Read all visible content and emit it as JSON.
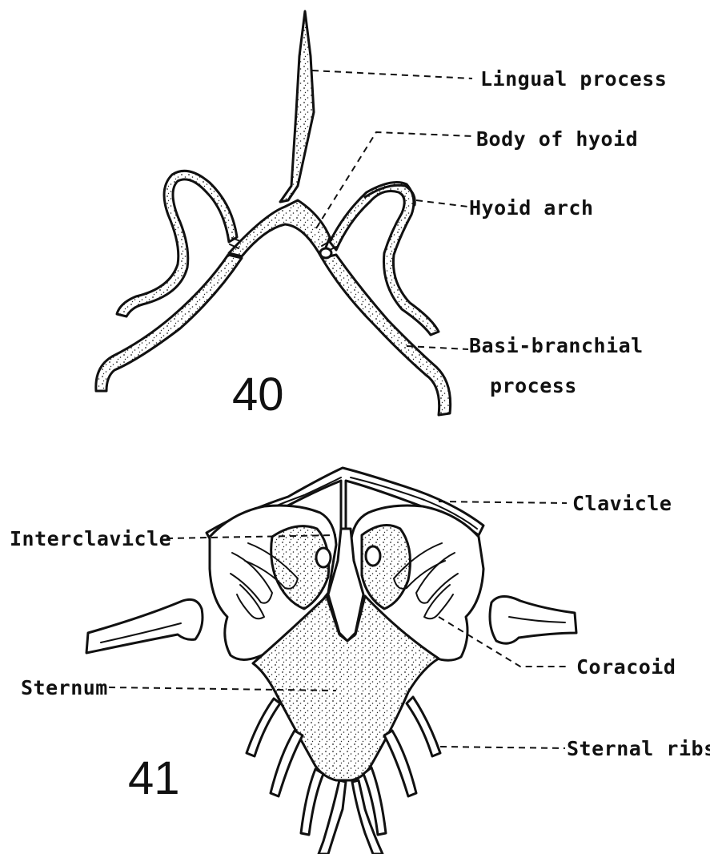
{
  "figure_40": {
    "number": "40",
    "labels": {
      "lingual_process": "Lingual process",
      "body_of_hyoid": "Body of hyoid",
      "hyoid_arch": "Hyoid arch",
      "basi_branchial_line1": "Basi-branchial",
      "basi_branchial_line2": "process"
    }
  },
  "figure_41": {
    "number": "41",
    "labels": {
      "clavicle": "Clavicle",
      "interclavicle": "Interclavicle",
      "coracoid": "Coracoid",
      "sternum": "Sternum",
      "sternal_ribs": "Sternal ribs"
    }
  },
  "colors": {
    "ink": "#111111",
    "paper": "#ffffff"
  }
}
